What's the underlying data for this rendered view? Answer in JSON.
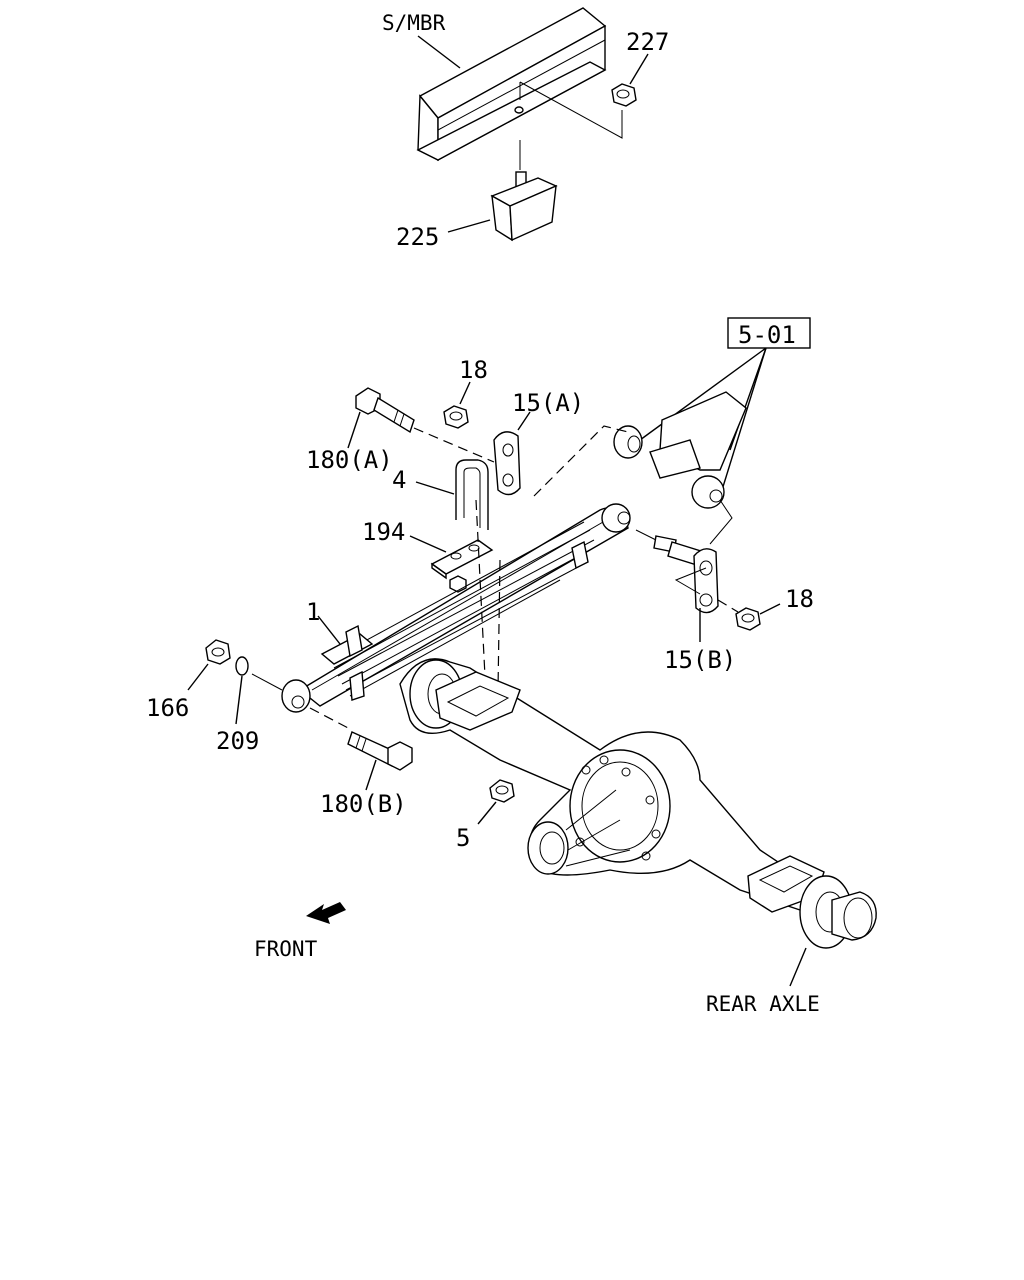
{
  "callouts": {
    "s_mbr": "S/MBR",
    "p227": "227",
    "p225": "225",
    "p5_01": "5-01",
    "p18_top": "18",
    "p15a": "15(A)",
    "p180a": "180(A)",
    "p4": "4",
    "p194": "194",
    "p1": "1",
    "p18_right": "18",
    "p15b": "15(B)",
    "p166": "166",
    "p209": "209",
    "p180b": "180(B)",
    "p5": "5",
    "front": "FRONT",
    "rear_axle": "REAR AXLE"
  },
  "icons": {
    "front_arrow": "arrow-down-left-icon"
  }
}
